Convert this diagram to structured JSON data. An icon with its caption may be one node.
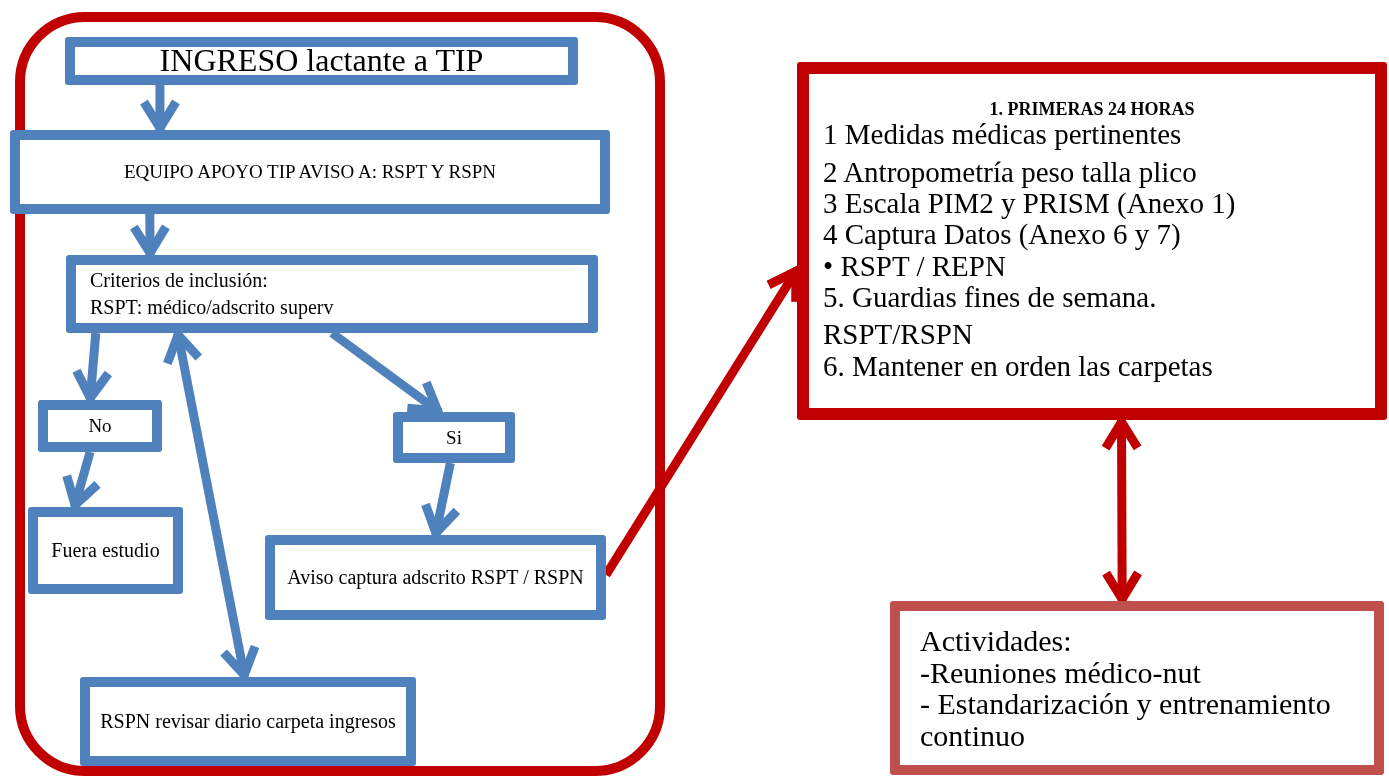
{
  "diagram": {
    "nodes": [
      {
        "text": [],
        "shape": "box"
      },
      {
        "text": [
          "INGRESO lactante a TIP"
        ],
        "in": 0
      },
      {
        "text": [
          "EQUIPO APOYO TIP AVISO A: RSPT Y RSPN"
        ],
        "in": 0
      },
      {
        "text": [
          "Criterios de inclusión:",
          "RSPT: médico/adscrito superv"
        ],
        "in": 0
      },
      {
        "text": [
          "No"
        ],
        "in": 0
      },
      {
        "text": [
          "Si"
        ],
        "in": 0
      },
      {
        "text": [
          "Fuera estudio"
        ],
        "in": 0
      },
      {
        "text": [
          "Aviso captura adscrito RSPT / RSPN"
        ],
        "in": 0
      },
      {
        "text": [
          "RSPN revisar diario carpeta ingresos"
        ],
        "in": 0
      },
      {
        "text": [
          "1. PRIMERAS 24 HORAS",
          "1 Medidas médicas pertinentes",
          "2 Antropometría peso talla plico",
          "3 Escala PIM2 y PRISM (Anexo 1)",
          "4 Captura Datos (Anexo 6 y 7)",
          "• RSPT / REPN",
          "5. Guardias fines de semana.",
          "RSPT/RSPN",
          "6. Mantener en orden las carpetas"
        ]
      },
      {
        "text": [
          "Actividades:",
          "-Reuniones médico-nut",
          "- Estandarización y entrenamiento continuo"
        ]
      }
    ],
    "edges": [
      {
        "from": 1,
        "to": 2,
        "arrow": "to"
      },
      {
        "from": 2,
        "to": 3,
        "arrow": "to"
      },
      {
        "from": 3,
        "to": 4,
        "arrow": "to"
      },
      {
        "from": 3,
        "to": 5,
        "arrow": "to"
      },
      {
        "from": 4,
        "to": 6,
        "arrow": "to"
      },
      {
        "from": 5,
        "to": 7,
        "arrow": "to"
      },
      {
        "from": 3,
        "to": 8,
        "arrow": "both"
      },
      {
        "from": 7,
        "to": 9,
        "arrow": "to",
        "color": "#c00000"
      },
      {
        "from": 9,
        "to": 10,
        "arrow": "both",
        "color": "#c00000"
      }
    ]
  }
}
